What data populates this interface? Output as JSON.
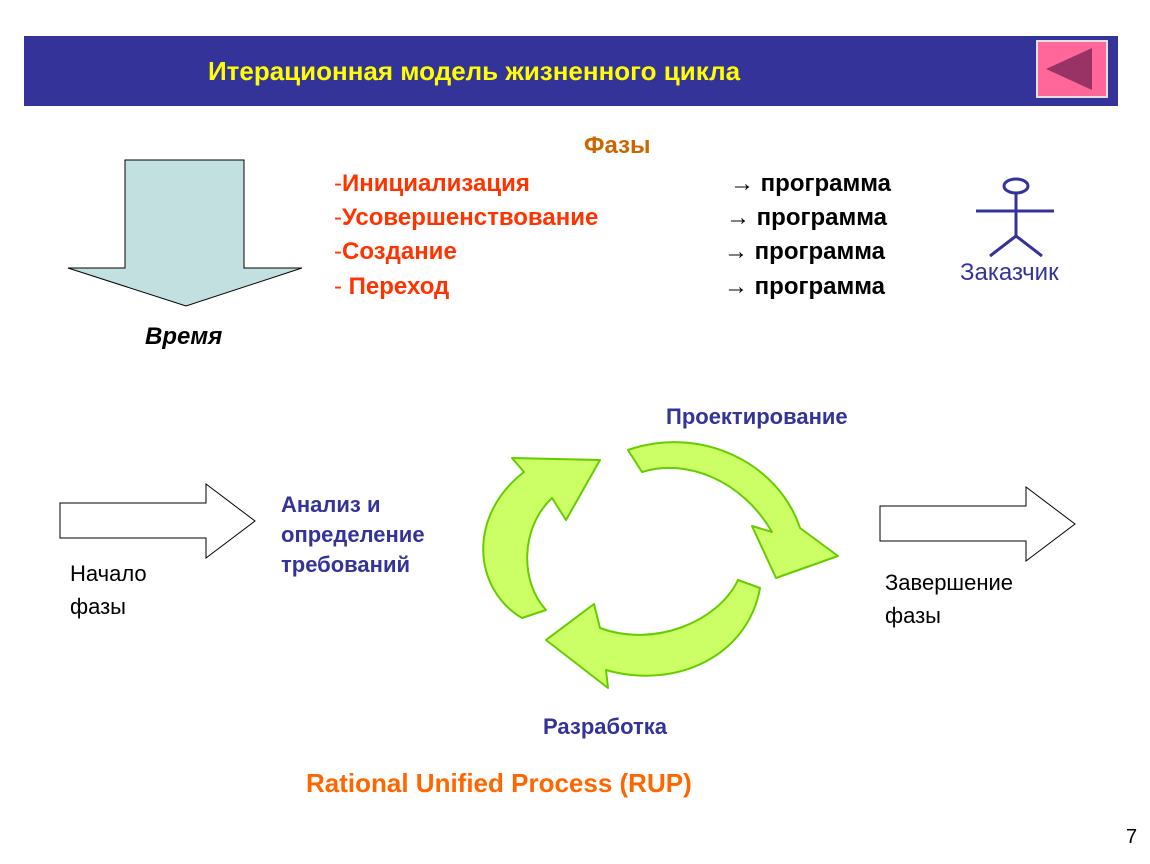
{
  "slide": {
    "title": "Итерационная  модель жизненного цикла",
    "back_icon": "triangle-left-icon",
    "page_number": "7"
  },
  "phases": {
    "title": "Фазы",
    "items": [
      {
        "prefix": "-",
        "name": "Инициализация",
        "result": "→ программа"
      },
      {
        "prefix": "-",
        "name": "Усовершенствование",
        "result": "→ программа"
      },
      {
        "prefix": "-",
        "name": "Создание",
        "result": "→ программа"
      },
      {
        "prefix": "- ",
        "name": "Переход",
        "result": "→ программа"
      }
    ]
  },
  "time_label": "Время",
  "customer_label": "Заказчик",
  "cycle": {
    "top_label": "Проектирование",
    "left_label_lines": [
      "Анализ и",
      "определение",
      "требований"
    ],
    "bottom_label": "Разработка"
  },
  "phase_start": [
    "Начало",
    "фазы"
  ],
  "phase_end": [
    "Завершение",
    "фазы"
  ],
  "footer": "Rational Unified Process  (RUP)",
  "colors": {
    "title_bar": "#333399",
    "title_text": "#ffff00",
    "back_button": "#ff6699",
    "phase_name": "#ff3300",
    "phases_title": "#cc6600",
    "cycle_arrow_fill": "#ccff66",
    "cycle_arrow_stroke": "#66cc00",
    "down_arrow_fill": "#c2e0e0",
    "label_blue": "#333399",
    "footer": "#ff6600"
  }
}
